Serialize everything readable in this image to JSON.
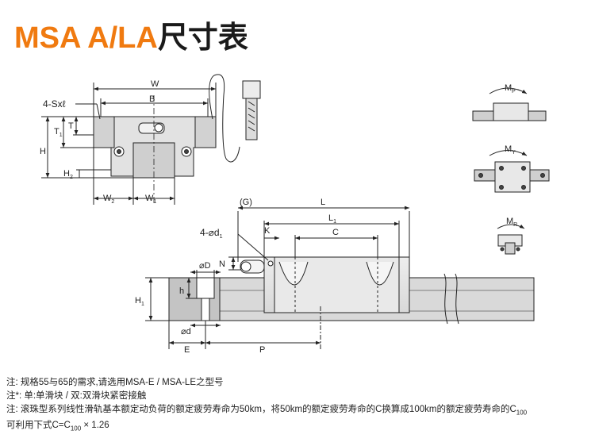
{
  "title": {
    "model": "MSA A/LA",
    "suffix": "尺寸表"
  },
  "labels": {
    "W": "W",
    "B": "B",
    "screw": "4-Sxℓ",
    "T": "T",
    "T1": "T",
    "H": "H",
    "H2": "H",
    "W2": "W",
    "W1": "W",
    "G": "(G)",
    "L": "L",
    "L1": "L",
    "holes": "4-⌀d",
    "K": "K",
    "C": "C",
    "D": "⌀D",
    "N": "N",
    "h": "h",
    "H1": "H",
    "d": "⌀d",
    "E": "E",
    "P": "P",
    "MP": "M",
    "MY": "M",
    "MR": "M"
  },
  "subscripts": {
    "T1": "1",
    "H2": "2",
    "W2": "2",
    "W1": "1",
    "L1": "1",
    "holes": "1",
    "H1": "1",
    "MP": "P",
    "MY": "Y",
    "MR": "R"
  },
  "notes": {
    "line1": "注: 规格55与65的需求,请选用MSA-E / MSA-LE之型号",
    "line2": "注*: 单:单滑块 / 双:双滑块紧密接触",
    "line3_a": "注: 滚珠型系列线性滑轨基本额定动负荷的额定疲劳寿命为50km，将50km的额定疲劳寿命的C换算成100km的额定疲劳寿命的C",
    "line3_sub": "100",
    "line4_a": "可利用下式C=C",
    "line4_sub": "100",
    "line4_b": " × 1.26"
  }
}
